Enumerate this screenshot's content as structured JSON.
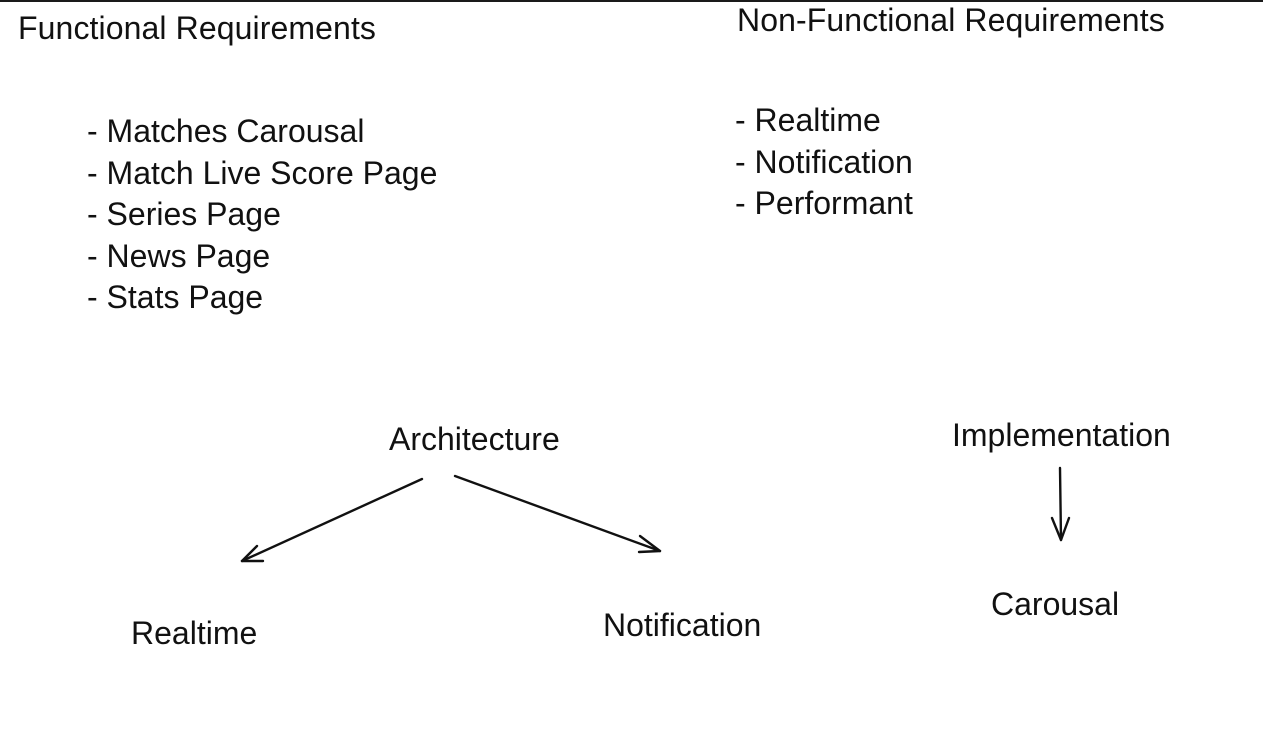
{
  "functional": {
    "heading": "Functional Requirements",
    "items": [
      "- Matches Carousal",
      "- Match Live Score Page",
      "- Series Page",
      "- News Page",
      "- Stats Page"
    ]
  },
  "non_functional": {
    "heading": "Non-Functional Requirements",
    "items": [
      "- Realtime",
      "- Notification",
      "- Performant"
    ]
  },
  "architecture": {
    "title": "Architecture",
    "left_child": "Realtime",
    "right_child": "Notification"
  },
  "implementation": {
    "title": "Implementation",
    "child": "Carousal"
  }
}
